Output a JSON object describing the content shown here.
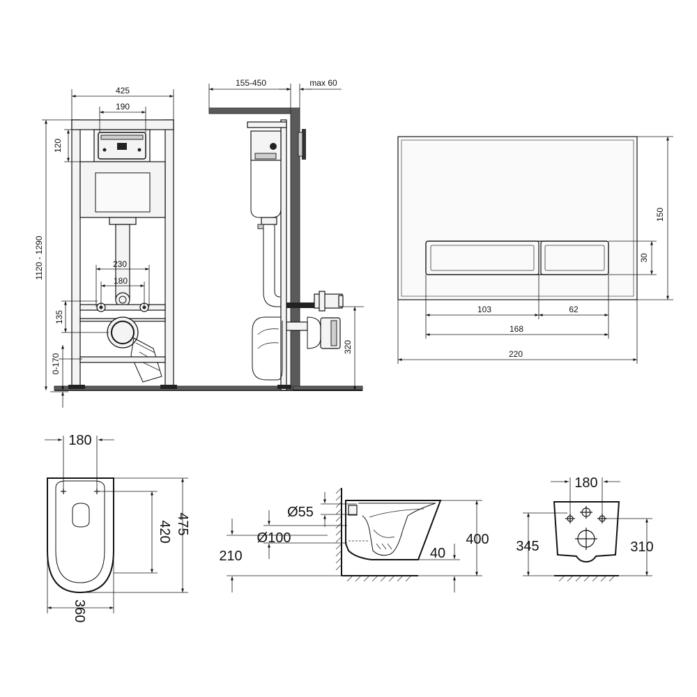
{
  "frame_front": {
    "width": "425",
    "plate_width": "190",
    "plate_height": "120",
    "height_range": "1120 - 1290",
    "bolt_spacing_outer": "230",
    "bolt_spacing_inner": "180",
    "outlet_height": "135",
    "foot_adjust": "0-170"
  },
  "frame_side": {
    "depth_range": "155-450",
    "wall_max": "max 60",
    "inlet_height": "320"
  },
  "flush_plate": {
    "height": "150",
    "button_height": "30",
    "left_button_width": "103",
    "right_button_width": "62",
    "buttons_total_width": "168",
    "plate_width": "220"
  },
  "bowl_top": {
    "bolt_spacing": "180",
    "length_to_bolts": "420",
    "total_length": "475",
    "width": "360"
  },
  "bowl_side": {
    "inlet_diameter": "Ø55",
    "outlet_diameter": "Ø100",
    "outlet_height": "210",
    "bowl_height": "400",
    "rim_offset": "40"
  },
  "bowl_back": {
    "bolt_spacing": "180",
    "height_left": "345",
    "height_right": "310"
  }
}
